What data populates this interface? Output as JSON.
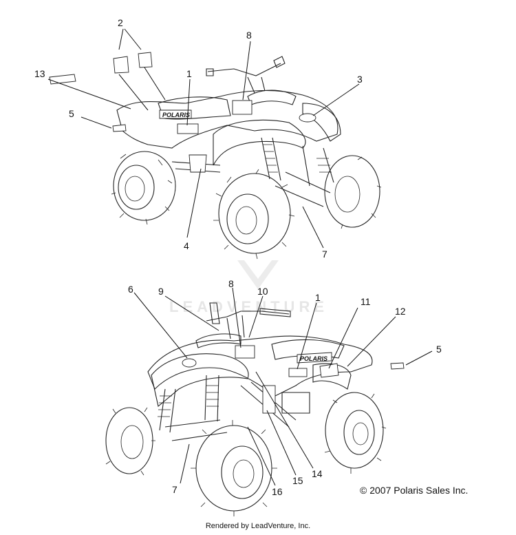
{
  "callouts": {
    "top": [
      "2",
      "8",
      "13",
      "1",
      "3",
      "5",
      "4",
      "7"
    ],
    "bottom": [
      "9",
      "8",
      "10",
      "6",
      "1",
      "11",
      "12",
      "5",
      "7",
      "16",
      "15",
      "14"
    ]
  },
  "brand_decal": "POLARIS",
  "watermark": "LEADVENTURE",
  "copyright": "© 2007 Polaris Sales Inc.",
  "rendered_by": "Rendered by LeadVenture, Inc."
}
